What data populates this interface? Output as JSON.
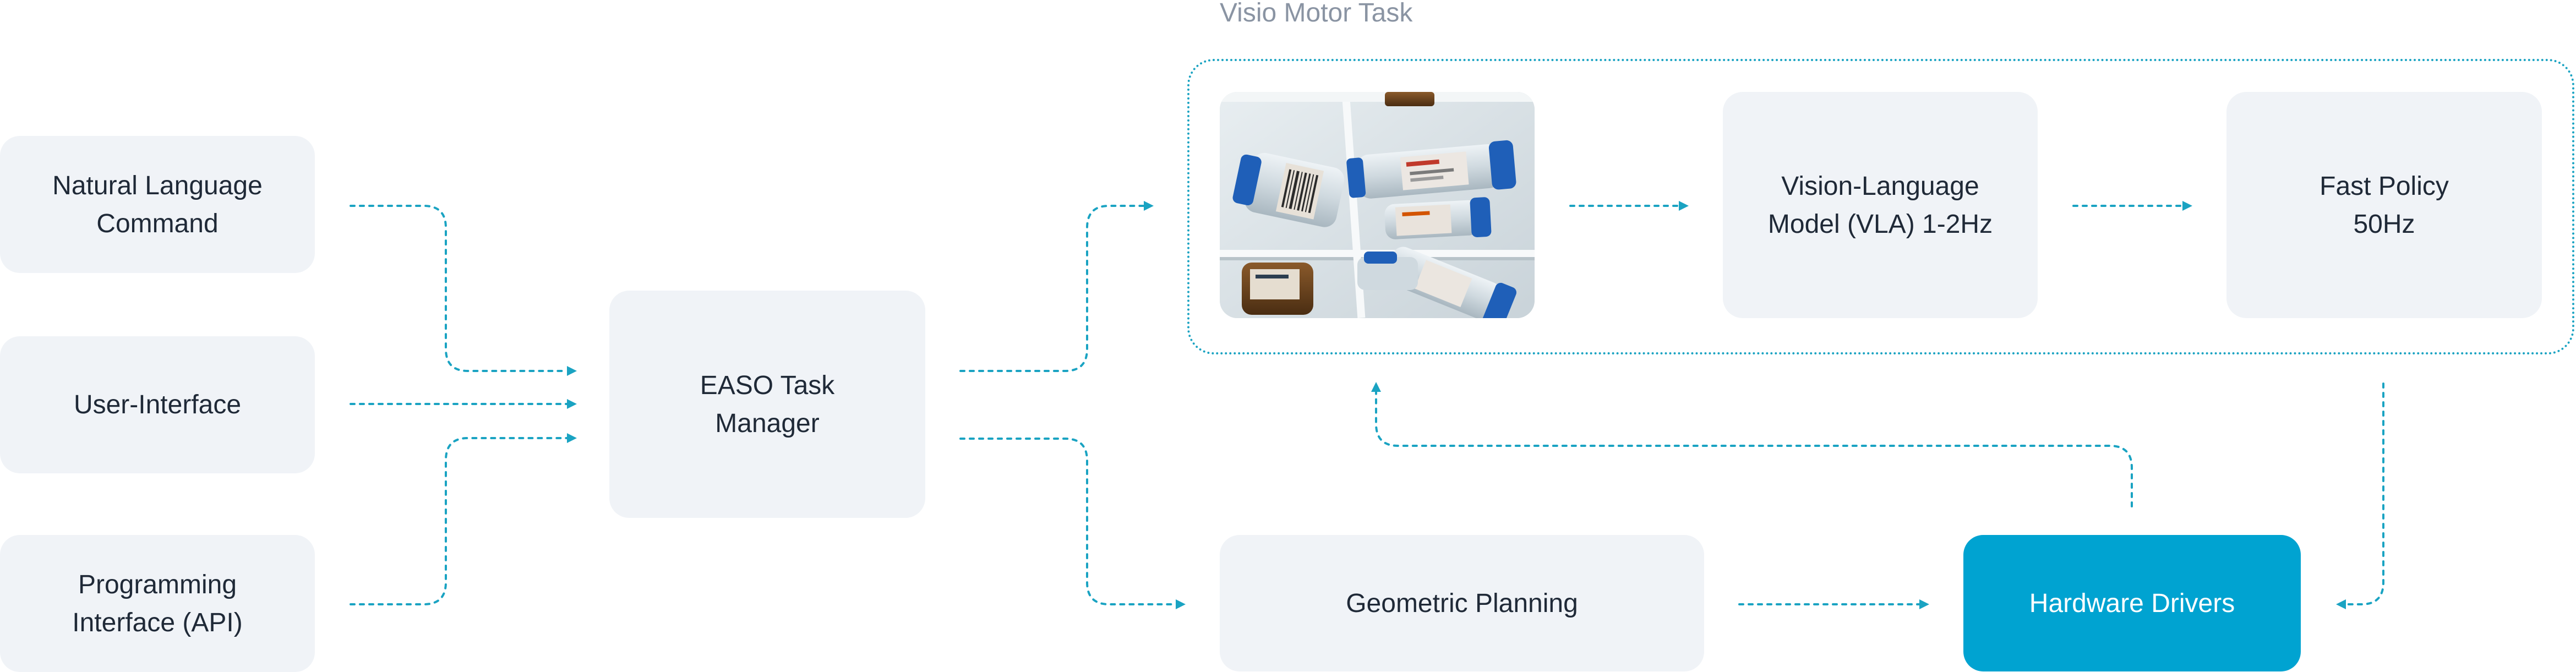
{
  "group": {
    "label": "Visio Motor Task"
  },
  "inputs": [
    {
      "lines": [
        "Natural Language",
        "Command"
      ]
    },
    {
      "lines": [
        "User-Interface"
      ]
    },
    {
      "lines": [
        "Programming",
        "Interface (API)"
      ]
    }
  ],
  "manager": {
    "lines": [
      "EASO Task",
      "Manager"
    ]
  },
  "vla": {
    "lines": [
      "Vision-Language",
      "Model (VLA) 1-2Hz"
    ]
  },
  "fast_policy": {
    "lines": [
      "Fast Policy",
      "50Hz"
    ]
  },
  "geometric": {
    "lines": [
      "Geometric Planning"
    ]
  },
  "hardware": {
    "lines": [
      "Hardware Drivers"
    ]
  },
  "colors": {
    "node_bg": "#f0f3f7",
    "accent": "#00a3d1",
    "connector": "#1aa3c2",
    "text": "#1f2937",
    "group_label": "#8a94a3"
  }
}
